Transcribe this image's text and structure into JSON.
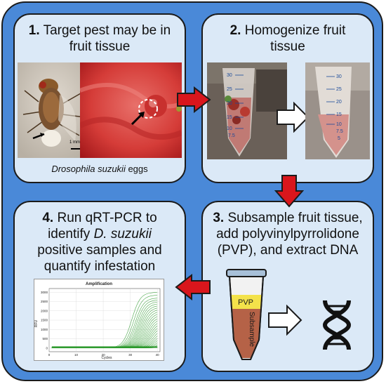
{
  "step1": {
    "number": "1.",
    "title_line1": "Target pest may be in",
    "title_line2": "fruit tissue",
    "scale_label": "1 mm",
    "caption": "Drosophila suzukii",
    "caption_suffix": " eggs"
  },
  "step2": {
    "number": "2.",
    "title_line1": "Homogenize fruit",
    "title_line2": "tissue",
    "tube_marks": [
      "30",
      "25",
      "20",
      "15",
      "10",
      "7.5",
      "5"
    ]
  },
  "step3": {
    "number": "3.",
    "title_line1": "Subsample fruit tissue,",
    "title_line2": "add polyvinylpyrrolidone",
    "title_line3": "(PVP), and extract DNA",
    "pvp_label": "PVP",
    "subsample_label": "Subsample"
  },
  "step4": {
    "number": "4.",
    "title_line1": "Run qRT-PCR to",
    "title_line2_pre": "identify ",
    "title_line2_em": "D. suzukii",
    "title_line3": "positive samples and",
    "title_line4": "quantify infestation"
  },
  "colors": {
    "background": "#4a89d8",
    "panel": "#dbe9f7",
    "arrow": "#d9161c",
    "curves": "#2e9a2e"
  },
  "chart_data": {
    "type": "line",
    "title": "Amplification",
    "xlabel": "Cycles",
    "ylabel": "RFU",
    "xlim": [
      0,
      41
    ],
    "ylim": [
      -200,
      3200
    ],
    "x_ticks": [
      0,
      10,
      20,
      30,
      40
    ],
    "y_ticks": [
      0,
      500,
      1000,
      1500,
      2000,
      2500,
      3000
    ],
    "grid": true,
    "series_description": "About 40 sigmoidal amplification curves rising after ~cycle 26",
    "series": [
      {
        "threshold_cycle": 27.5,
        "plateau": 3000
      },
      {
        "threshold_cycle": 28.2,
        "plateau": 2850
      },
      {
        "threshold_cycle": 28.8,
        "plateau": 2700
      },
      {
        "threshold_cycle": 29.3,
        "plateau": 2600
      },
      {
        "threshold_cycle": 29.8,
        "plateau": 2500
      },
      {
        "threshold_cycle": 30.2,
        "plateau": 2400
      },
      {
        "threshold_cycle": 30.6,
        "plateau": 2300
      },
      {
        "threshold_cycle": 31.0,
        "plateau": 2200
      },
      {
        "threshold_cycle": 31.4,
        "plateau": 2100
      },
      {
        "threshold_cycle": 31.8,
        "plateau": 2000
      },
      {
        "threshold_cycle": 32.2,
        "plateau": 1900
      },
      {
        "threshold_cycle": 32.6,
        "plateau": 1800
      },
      {
        "threshold_cycle": 33.0,
        "plateau": 1700
      },
      {
        "threshold_cycle": 33.4,
        "plateau": 1600
      },
      {
        "threshold_cycle": 33.8,
        "plateau": 1500
      },
      {
        "threshold_cycle": 34.2,
        "plateau": 1400
      },
      {
        "threshold_cycle": 34.6,
        "plateau": 1300
      },
      {
        "threshold_cycle": 35.0,
        "plateau": 1200
      },
      {
        "threshold_cycle": 35.5,
        "plateau": 1100
      },
      {
        "threshold_cycle": 36.0,
        "plateau": 1000
      },
      {
        "threshold_cycle": 36.5,
        "plateau": 900
      },
      {
        "threshold_cycle": 37.0,
        "plateau": 800
      },
      {
        "threshold_cycle": 37.6,
        "plateau": 700
      },
      {
        "threshold_cycle": 38.2,
        "plateau": 600
      },
      {
        "threshold_cycle": 38.8,
        "plateau": 500
      },
      {
        "threshold_cycle": 39.4,
        "plateau": 400
      },
      {
        "threshold_cycle": 40.0,
        "plateau": 350
      },
      {
        "threshold_cycle": 40.5,
        "plateau": 300
      }
    ]
  }
}
